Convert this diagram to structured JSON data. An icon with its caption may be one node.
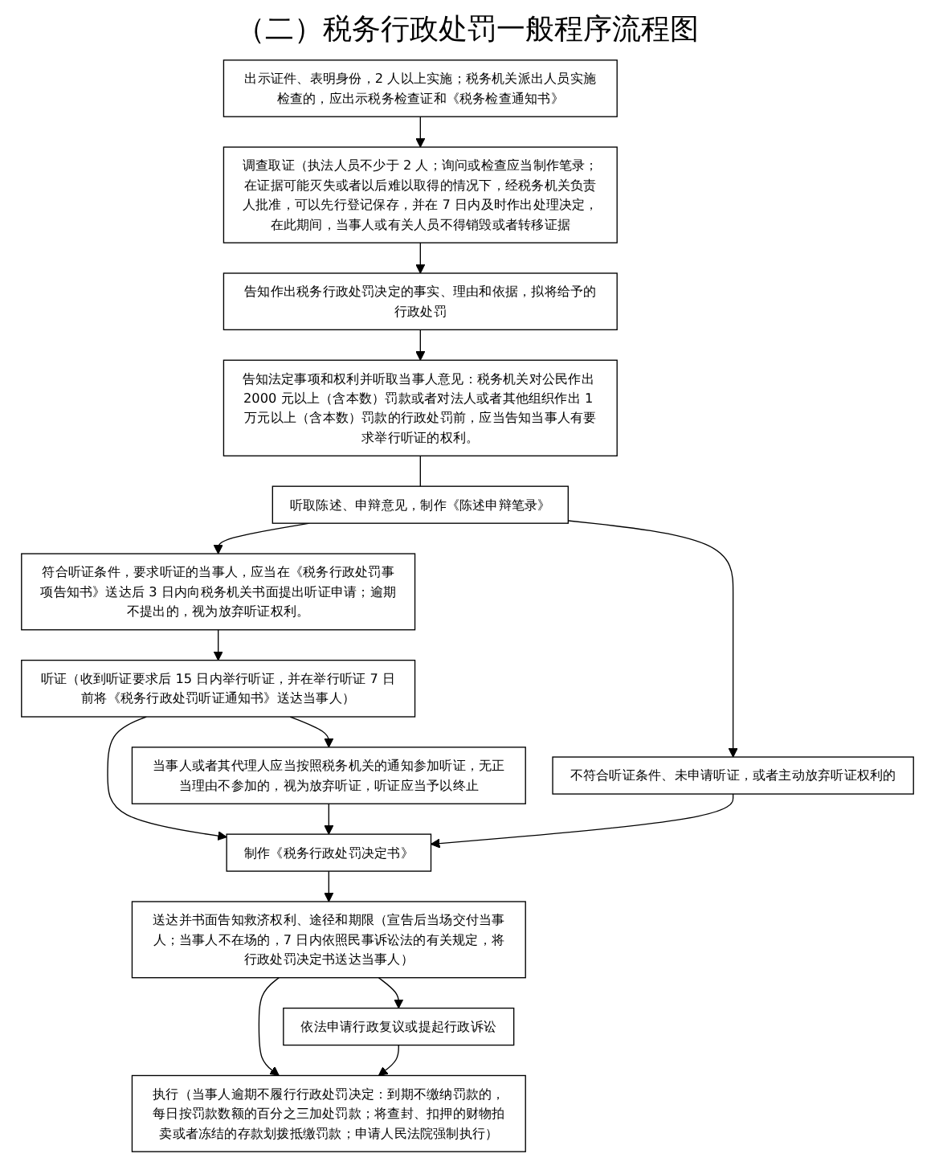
{
  "diagram": {
    "title": "（二）税务行政处罚一般程序流程图",
    "nodes": [
      {
        "text": [
          "出示证件、表明身份，2 人以上实施；税务机关派出人员实施检查的，应出示税务检查证和《税务检查通知书》"
        ]
      },
      {
        "text": [
          "调查取证（执法人员不少于 2 人；询问或检查应当制作笔录；在证据可能灭失或者以后难以取得的情况下，经税务机关负责人批准，可以先行登记保存，并在 7 日内及时作出处理决定，在此期间，当事人或有关人员不得销毁或者转移证据"
        ]
      },
      {
        "text": [
          "告知作出税务行政处罚决定的事实、理由和依据，拟将给予的行政处罚"
        ]
      },
      {
        "text": [
          "告知法定事项和权利并听取当事人意见：税务机关对公民作出 2000 元以上（含本数）罚款或者对法人或者其他组织作出 1 万元以上（含本数）罚款的行政处罚前，应当告知当事人有要求举行听证的权利。"
        ]
      },
      {
        "text": [
          "不符合听证条件、未申请听证，或者主动放弃听证权利的"
        ]
      },
      {
        "text": [
          "听取陈述、申辩意见，制作《陈述申辩笔录》"
        ]
      },
      {
        "text": [
          "符合听证条件，要求听证的当事人，应当在《税务行政处罚事项告知书》送达后 3 日内向税务机关书面提出听证申请；逾期不提出的，视为放弃听证权利。"
        ]
      },
      {
        "text": [
          "听证（收到听证要求后 15 日内举行听证，并在举行听证 7 日前将《税务行政处罚听证通知书》送达当事人）"
        ]
      },
      {
        "text": [
          "当事人或者其代理人应当按照税务机关的通知参加听证，无正当理由不参加的，视为放弃听证，听证应当予以终止"
        ]
      },
      {
        "text": [
          "制作《税务行政处罚决定书》"
        ]
      },
      {
        "text": [
          "送达并书面告知救济权利、途径和期限（宣告后当场交付当事人；当事人不在场的，7 日内依照民事诉讼法的有关规定，将行政处罚决定书送达当事人）"
        ]
      },
      {
        "text": [
          "依法申请行政复议或提起行政诉讼"
        ]
      },
      {
        "text": [
          "执行（当事人逾期不履行行政处罚决定：到期不缴纳罚款的，每日按罚款数额的百分之三加处罚款；将查封、扣押的财物拍卖或者冻结的存款划拨抵缴罚款；申请人民法院强制执行）"
        ]
      }
    ],
    "edges": [
      {
        "from": 0,
        "to": 1,
        "arrow": "to"
      },
      {
        "from": 1,
        "to": 2,
        "arrow": "to"
      },
      {
        "from": 2,
        "to": 3,
        "arrow": "to"
      },
      {
        "from": 3,
        "to": 5,
        "arrow": "none"
      },
      {
        "from": 5,
        "to": 4,
        "arrow": "to"
      },
      {
        "from": 5,
        "to": 6,
        "arrow": "to"
      },
      {
        "from": 6,
        "to": 7,
        "arrow": "to"
      },
      {
        "from": 7,
        "to": 9,
        "arrow": "to"
      },
      {
        "from": 7,
        "to": 8,
        "arrow": "to"
      },
      {
        "from": 8,
        "to": 9,
        "arrow": "to"
      },
      {
        "from": 4,
        "to": 9,
        "arrow": "to"
      },
      {
        "from": 9,
        "to": 10,
        "arrow": "to"
      },
      {
        "from": 10,
        "to": 11,
        "arrow": "to"
      },
      {
        "from": 10,
        "to": 12,
        "arrow": "to"
      },
      {
        "from": 11,
        "to": 12,
        "arrow": "to"
      }
    ]
  }
}
